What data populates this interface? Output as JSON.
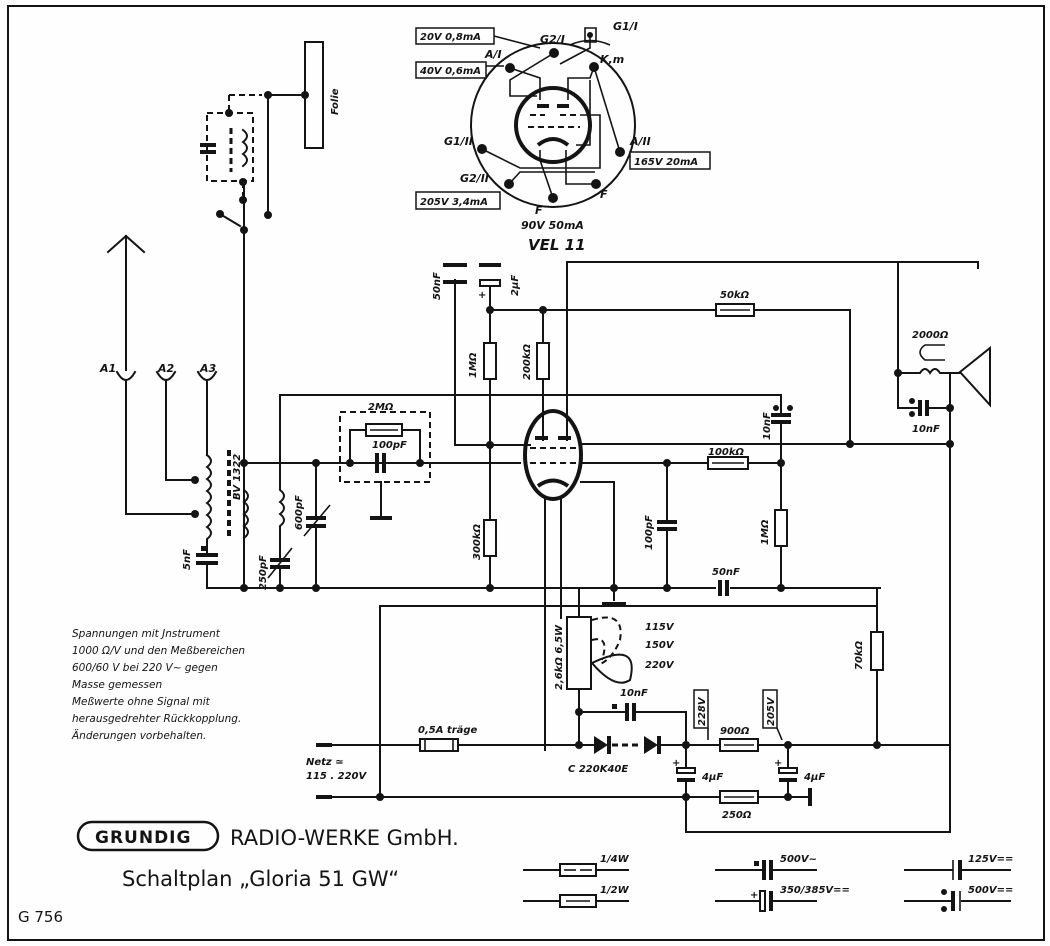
{
  "schematic": {
    "document_number": "G 756",
    "brand": "GRUNDIG",
    "company": "RADIO-WERKE GmbH.",
    "title": "Schaltplan „Gloria 51 GW“",
    "tube": {
      "type": "VEL 11",
      "pins": {
        "g1_1": "G1/I",
        "g2_1": "G2/I",
        "a_1": "A/I",
        "k_m": "K,m",
        "g1_2": "G1/II",
        "a_2": "A/II",
        "g2_2": "G2/II",
        "f_right": "F",
        "f_bottom": "F"
      },
      "readings": {
        "g2_1": "20V 0,8mA",
        "a_1": "40V 0,6mA",
        "a_2": "165V 20mA",
        "g2_2": "205V 3,4mA",
        "heater": "90V 50mA"
      }
    },
    "antenna": {
      "a1": "A1",
      "a2": "A2",
      "a3": "A3",
      "coil": "BV 1322",
      "folie": "Folie"
    },
    "components": {
      "c_5nF": "5nF",
      "c_250pF": "250pF",
      "c_600pF": "600pF",
      "r_2M": "2MΩ",
      "c_100pF_grid": "100pF",
      "r_300k": "300kΩ",
      "c_50nF_top": "50nF",
      "c_2uF": "2µF",
      "r_1M_top": "1MΩ",
      "r_200k": "200kΩ",
      "r_50k": "50kΩ",
      "speaker_coil": "2000Ω",
      "c_10nF_speaker": "10nF",
      "c_10nF_mid": "10nF",
      "r_100k": "100kΩ",
      "c_100pF_mid": "100pF",
      "r_1M_mid": "1MΩ",
      "c_50nF_mid": "50nF",
      "r_70k": "70kΩ",
      "r_dropper": "2,6kΩ 6,5W",
      "tap_115": "115V",
      "tap_150": "150V",
      "tap_220": "220V",
      "c_10nF_psu": "10nF",
      "fuse": "0,5A träge",
      "rectifier": "C 220K40E",
      "c_4uF_a": "4µF",
      "c_4uF_b": "4µF",
      "r_900": "900Ω",
      "r_250": "250Ω",
      "v_228": "228V",
      "v_205": "205V",
      "mains": "Netz ≃",
      "mains_range": "115 . 220V"
    },
    "notes": [
      "Spannungen mit Jnstrument",
      "1000 Ω/V und den Meßbereichen",
      "600/60 V bei 220 V~ gegen",
      "Masse gemessen",
      "Meßwerte ohne Signal mit",
      "herausgedrehter Rückkopplung.",
      "Änderungen vorbehalten."
    ],
    "legend": {
      "r_quarter_w": "1/4W",
      "r_half_w": "1/2W",
      "c_500v_ac": "500V~",
      "c_electrolytic": "350/385V==",
      "c_125v_dc": "125V==",
      "c_500v_dc": "500V=="
    }
  }
}
